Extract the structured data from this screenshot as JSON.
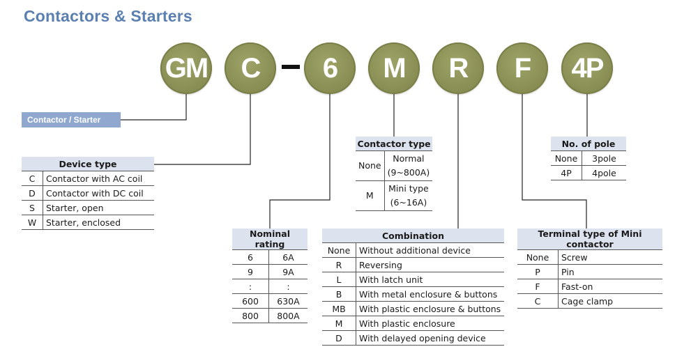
{
  "title": "Contactors & Starters",
  "code": {
    "letters": [
      "GM",
      "C",
      "6",
      "M",
      "R",
      "F",
      "4P"
    ],
    "dash": "–"
  },
  "contactor_starter_label": "Contactor / Starter",
  "device_type": {
    "header": "Device type",
    "rows": [
      {
        "code": "C",
        "desc": "Contactor with AC coil"
      },
      {
        "code": "D",
        "desc": "Contactor with DC coil"
      },
      {
        "code": "S",
        "desc": "Starter, open"
      },
      {
        "code": "W",
        "desc": "Starter, enclosed"
      }
    ]
  },
  "nominal_rating": {
    "header": "Nominal rating",
    "rows": [
      {
        "code": "6",
        "value": "6A"
      },
      {
        "code": "9",
        "value": "9A"
      },
      {
        "code": ":",
        "value": ":"
      },
      {
        "code": "600",
        "value": "630A"
      },
      {
        "code": "800",
        "value": "800A"
      }
    ]
  },
  "contactor_type": {
    "header": "Contactor type",
    "rows": [
      {
        "code": "None",
        "line1": "Normal",
        "line2": "(9~800A)"
      },
      {
        "code": "M",
        "line1": "Mini type",
        "line2": "(6~16A)"
      }
    ]
  },
  "combination": {
    "header": "Combination",
    "rows": [
      {
        "code": "None",
        "desc": "Without additional device"
      },
      {
        "code": "R",
        "desc": "Reversing"
      },
      {
        "code": "L",
        "desc": "With latch unit"
      },
      {
        "code": "B",
        "desc": "With metal enclosure & buttons"
      },
      {
        "code": "MB",
        "desc": "With plastic enclosure & buttons"
      },
      {
        "code": "M",
        "desc": "With plastic enclosure"
      },
      {
        "code": "D",
        "desc": "With delayed opening device"
      }
    ]
  },
  "no_of_pole": {
    "header": "No. of pole",
    "rows": [
      {
        "code": "None",
        "value": "3pole"
      },
      {
        "code": "4P",
        "value": "4pole"
      }
    ]
  },
  "terminal_type": {
    "header": "Terminal type of Mini contactor",
    "rows": [
      {
        "code": "None",
        "desc": "Screw"
      },
      {
        "code": "P",
        "desc": "Pin"
      },
      {
        "code": "F",
        "desc": "Fast-on"
      },
      {
        "code": "C",
        "desc": "Cage clamp"
      }
    ]
  },
  "colors": {
    "title": "#5a7fb0",
    "circle": "#878c52",
    "tag": "#90a8cf",
    "table_header": "#dde3ee"
  }
}
